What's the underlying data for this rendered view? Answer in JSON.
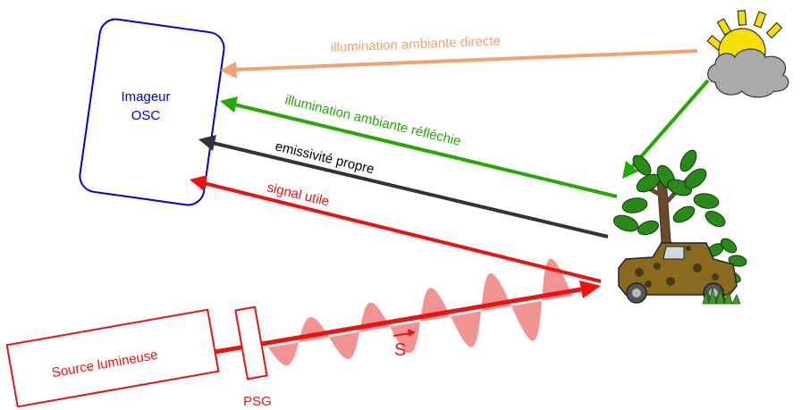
{
  "imager": {
    "line1": "Imageur",
    "line2": "OSC",
    "color": "#0000dd"
  },
  "rays": {
    "direct": {
      "label": "illumination ambiante directe",
      "color": "#f4a070"
    },
    "reflected": {
      "label": "illumination ambiante réfléchie",
      "color": "#22aa00"
    },
    "emissivity": {
      "label": "emissivité propre",
      "color": "#333333"
    },
    "signal": {
      "label": "signal utile",
      "color": "#ee1111"
    }
  },
  "source": {
    "label": "Source lumineuse",
    "color": "#ee1111"
  },
  "psg": {
    "label": "PSG"
  },
  "stokes": {
    "label": "S"
  },
  "colors": {
    "wave": "#f08080",
    "sun": "#f5e000",
    "cloud": "#aaaaaa",
    "leaf": "#2a8a18",
    "trunk": "#6b4a2a"
  }
}
